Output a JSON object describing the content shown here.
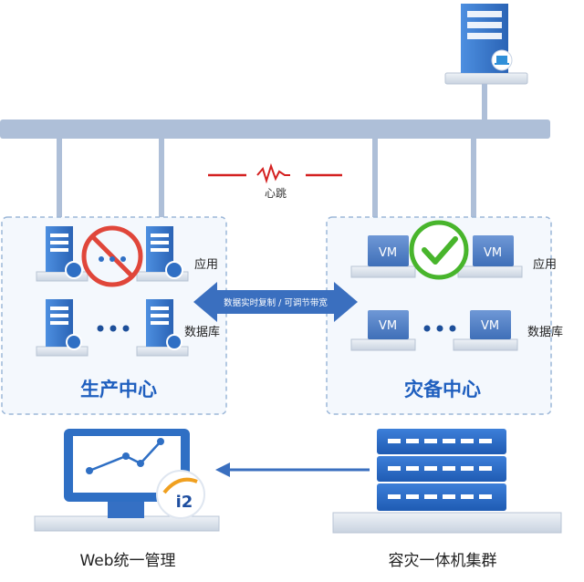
{
  "heartbeat": {
    "label": "心跳"
  },
  "production_center": {
    "title": "生产中心",
    "app_label": "应用",
    "db_label": "数据库",
    "status": "failed"
  },
  "dr_center": {
    "title": "灾备中心",
    "app_label": "应用",
    "db_label": "数据库",
    "vm_label": "VM",
    "status": "ok"
  },
  "replication": {
    "label": "数据实时复制 / 可调节带宽"
  },
  "web_management": {
    "label": "Web统一管理",
    "logo_text": "i2"
  },
  "dr_cluster": {
    "label": "容灾一体机集群"
  },
  "colors": {
    "bus": "#aebfd8",
    "server_blue": "#2f6fc4",
    "server_light": "#dbe6f3",
    "panel_border": "#9cb7d8",
    "panel_fill": "#f4f8fd",
    "title_blue": "#1f5fbf",
    "heartbeat_red": "#d42020",
    "fail_red": "#e0463a",
    "ok_green": "#48b52c",
    "arrow": "#3a6fbf"
  }
}
